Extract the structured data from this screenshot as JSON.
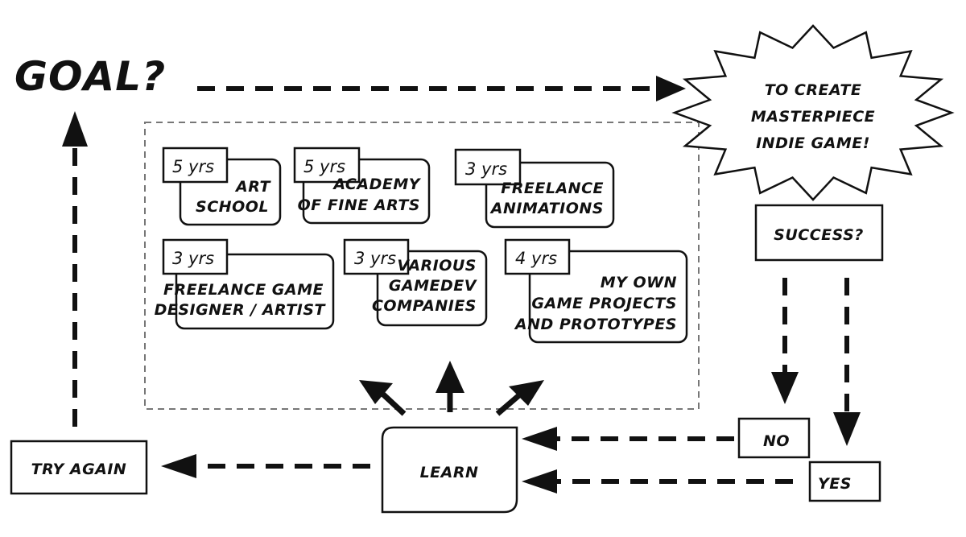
{
  "goal_label": "GOAL?",
  "goal_answer": [
    "To create",
    "masterpiece",
    "indie game!"
  ],
  "success_label": "Success?",
  "no_label": "No",
  "yes_label": "Yes",
  "learn_label": "Learn",
  "try_again_label": "Try again",
  "experience": [
    {
      "years": "5 yrs",
      "lines": [
        "Art",
        "school"
      ]
    },
    {
      "years": "5 yrs",
      "lines": [
        "Academy",
        "of fine arts"
      ]
    },
    {
      "years": "3 yrs",
      "lines": [
        "Freelance",
        "animations"
      ]
    },
    {
      "years": "3 yrs",
      "lines": [
        "Freelance game",
        "designer / artist"
      ]
    },
    {
      "years": "3 yrs",
      "lines": [
        "Various",
        "gamedev",
        "companies"
      ]
    },
    {
      "years": "4 yrs",
      "lines": [
        "My own",
        "game projects",
        "and prototypes"
      ]
    }
  ]
}
